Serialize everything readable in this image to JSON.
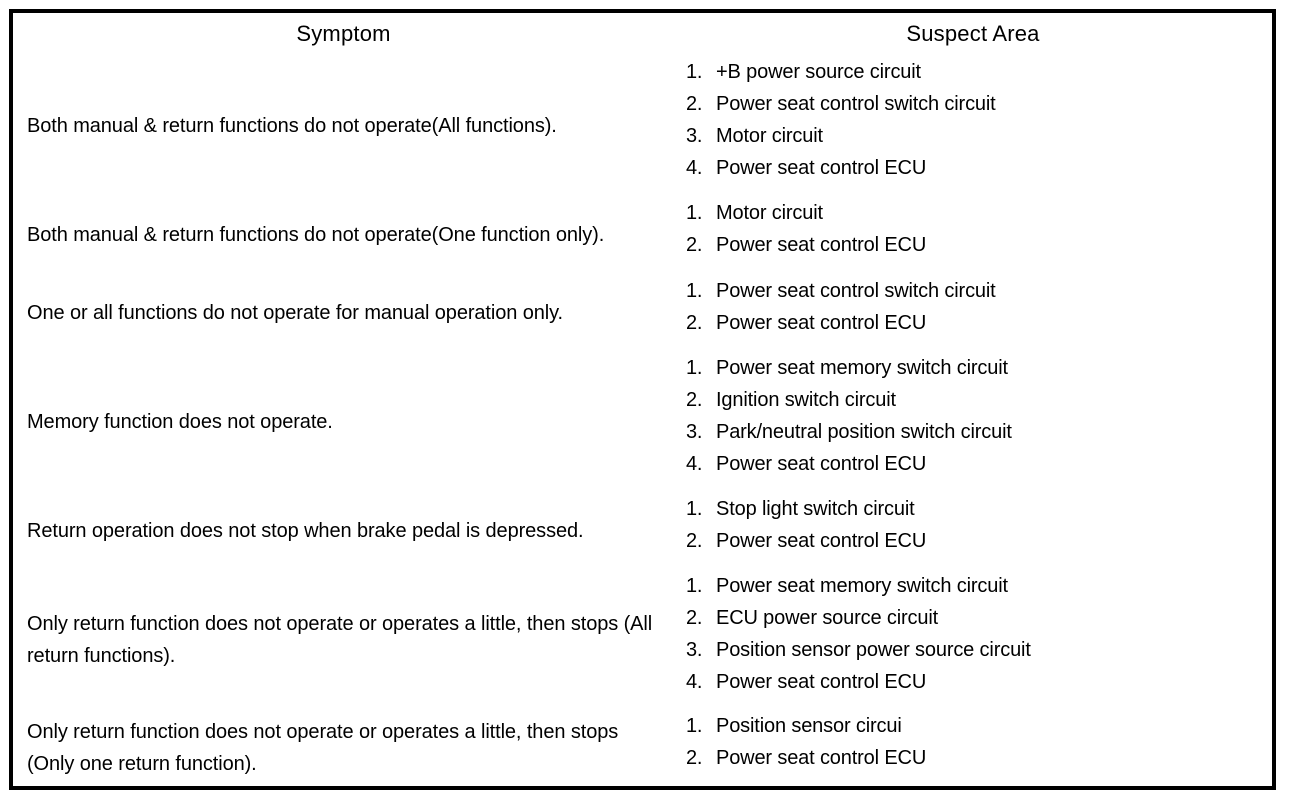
{
  "document": {
    "kind": "service-manual-troubleshooting-table",
    "background_color": "#ffffff",
    "ink_color": "#000000"
  },
  "table": {
    "headers": {
      "symptom": "Symptom",
      "suspect_area": "Suspect Area"
    },
    "rows": [
      {
        "symptom": "Both manual & return functions do not operate(All functions).",
        "suspect_area": [
          {
            "num": "1.",
            "text": "+B power source circuit"
          },
          {
            "num": "2.",
            "text": "Power seat control switch circuit"
          },
          {
            "num": "3.",
            "text": "Motor circuit"
          },
          {
            "num": "4.",
            "text": "Power seat control ECU"
          }
        ]
      },
      {
        "symptom": "Both manual & return functions do not operate(One function only).",
        "suspect_area": [
          {
            "num": "1.",
            "text": "Motor circuit"
          },
          {
            "num": "2.",
            "text": "Power seat control ECU"
          }
        ]
      },
      {
        "symptom": "One or all functions do not operate for manual operation only.",
        "suspect_area": [
          {
            "num": "1.",
            "text": "Power seat control switch circuit"
          },
          {
            "num": "2.",
            "text": "Power seat control ECU"
          }
        ]
      },
      {
        "symptom": "Memory function does not operate.",
        "suspect_area": [
          {
            "num": "1.",
            "text": "Power seat memory switch circuit"
          },
          {
            "num": "2.",
            "text": "Ignition switch circuit"
          },
          {
            "num": "3.",
            "text": "Park/neutral position switch circuit"
          },
          {
            "num": "4.",
            "text": "Power seat control ECU"
          }
        ]
      },
      {
        "symptom": "Return operation does not stop when brake pedal is depressed.",
        "suspect_area": [
          {
            "num": "1.",
            "text": "Stop light switch circuit"
          },
          {
            "num": "2.",
            "text": "Power seat control ECU"
          }
        ]
      },
      {
        "symptom": "Only return function does not operate or operates a little, then stops (All return functions).",
        "suspect_area": [
          {
            "num": "1.",
            "text": "Power seat memory switch circuit"
          },
          {
            "num": "2.",
            "text": "ECU power source circuit"
          },
          {
            "num": "3.",
            "text": "Position sensor power source circuit"
          },
          {
            "num": "4.",
            "text": "Power seat control ECU"
          }
        ]
      },
      {
        "symptom": "Only return function does not operate or operates a little, then stops (Only one return function).",
        "suspect_area": [
          {
            "num": "1.",
            "text": "Position sensor circui"
          },
          {
            "num": "2.",
            "text": "Power seat control ECU"
          }
        ]
      }
    ]
  }
}
